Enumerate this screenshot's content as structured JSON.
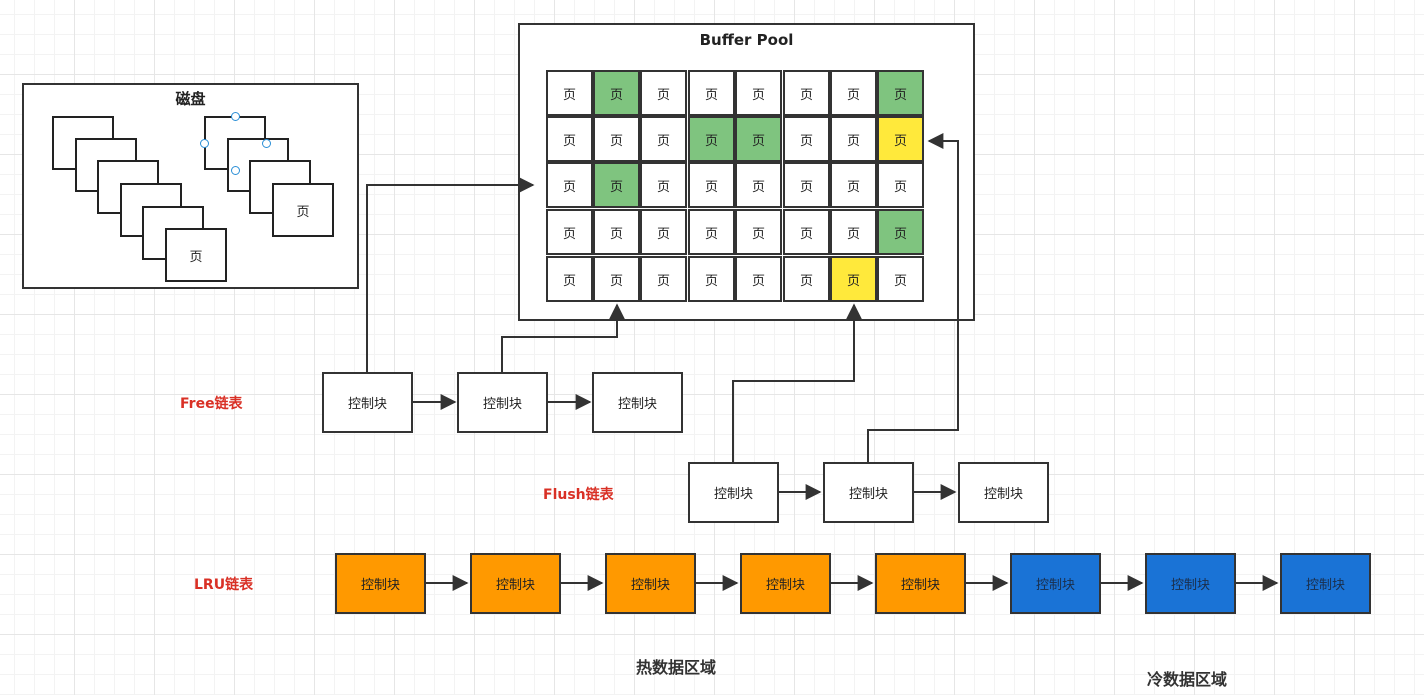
{
  "disk": {
    "title": "磁盘",
    "page_label": "页"
  },
  "buffer_pool": {
    "title": "Buffer Pool",
    "cell_label": "页",
    "grid": [
      [
        "white",
        "green",
        "white",
        "white",
        "white",
        "white",
        "white",
        "green"
      ],
      [
        "white",
        "white",
        "white",
        "green",
        "green",
        "white",
        "white",
        "yellow"
      ],
      [
        "white",
        "green",
        "white",
        "white",
        "white",
        "white",
        "white",
        "white"
      ],
      [
        "white",
        "white",
        "white",
        "white",
        "white",
        "white",
        "white",
        "green"
      ],
      [
        "white",
        "white",
        "white",
        "white",
        "white",
        "white",
        "yellow",
        "white"
      ]
    ],
    "colors": {
      "green": "#7fc47f",
      "yellow": "#ffe93b",
      "white": "#ffffff"
    }
  },
  "free_list": {
    "label": "Free链表",
    "nodes": [
      "控制块",
      "控制块",
      "控制块"
    ]
  },
  "flush_list": {
    "label": "Flush链表",
    "nodes": [
      "控制块",
      "控制块",
      "控制块"
    ]
  },
  "lru_list": {
    "label": "LRU链表",
    "nodes": [
      {
        "text": "控制块",
        "zone": "hot"
      },
      {
        "text": "控制块",
        "zone": "hot"
      },
      {
        "text": "控制块",
        "zone": "hot"
      },
      {
        "text": "控制块",
        "zone": "hot"
      },
      {
        "text": "控制块",
        "zone": "hot"
      },
      {
        "text": "控制块",
        "zone": "cold"
      },
      {
        "text": "控制块",
        "zone": "cold"
      },
      {
        "text": "控制块",
        "zone": "cold"
      }
    ],
    "colors": {
      "hot": "#ff9900",
      "cold": "#1a73d6"
    }
  },
  "zones": {
    "hot": "热数据区域",
    "cold": "冷数据区域"
  },
  "label_color": "#d93025"
}
